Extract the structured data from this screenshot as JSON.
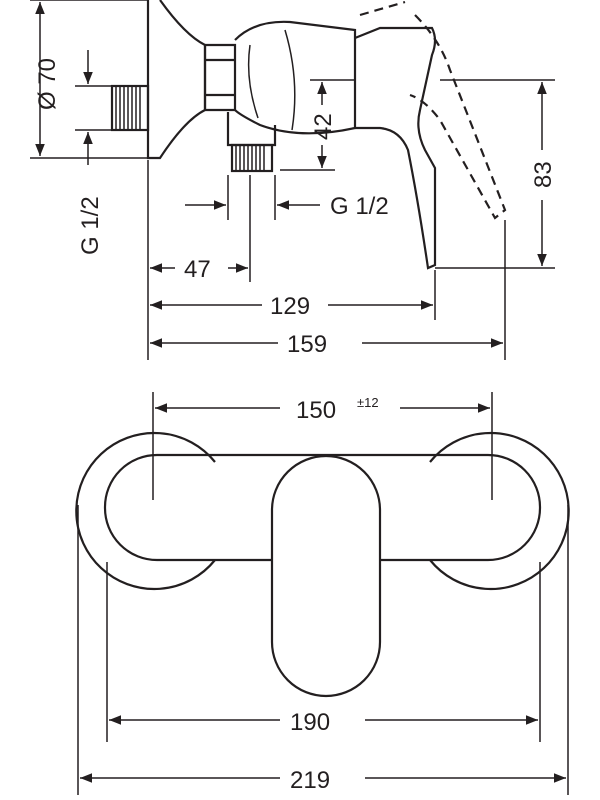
{
  "side_view": {
    "flange_diameter": "Ø 70",
    "inlet_thread": "G 1/2",
    "outlet_height": "42",
    "outlet_thread": "G 1/2",
    "lever_height": "83",
    "outlet_offset": "47",
    "body_depth": "129",
    "total_depth": "159"
  },
  "front_view": {
    "center_distance": "150",
    "center_tolerance": "±12",
    "body_width": "190",
    "total_width": "219"
  }
}
